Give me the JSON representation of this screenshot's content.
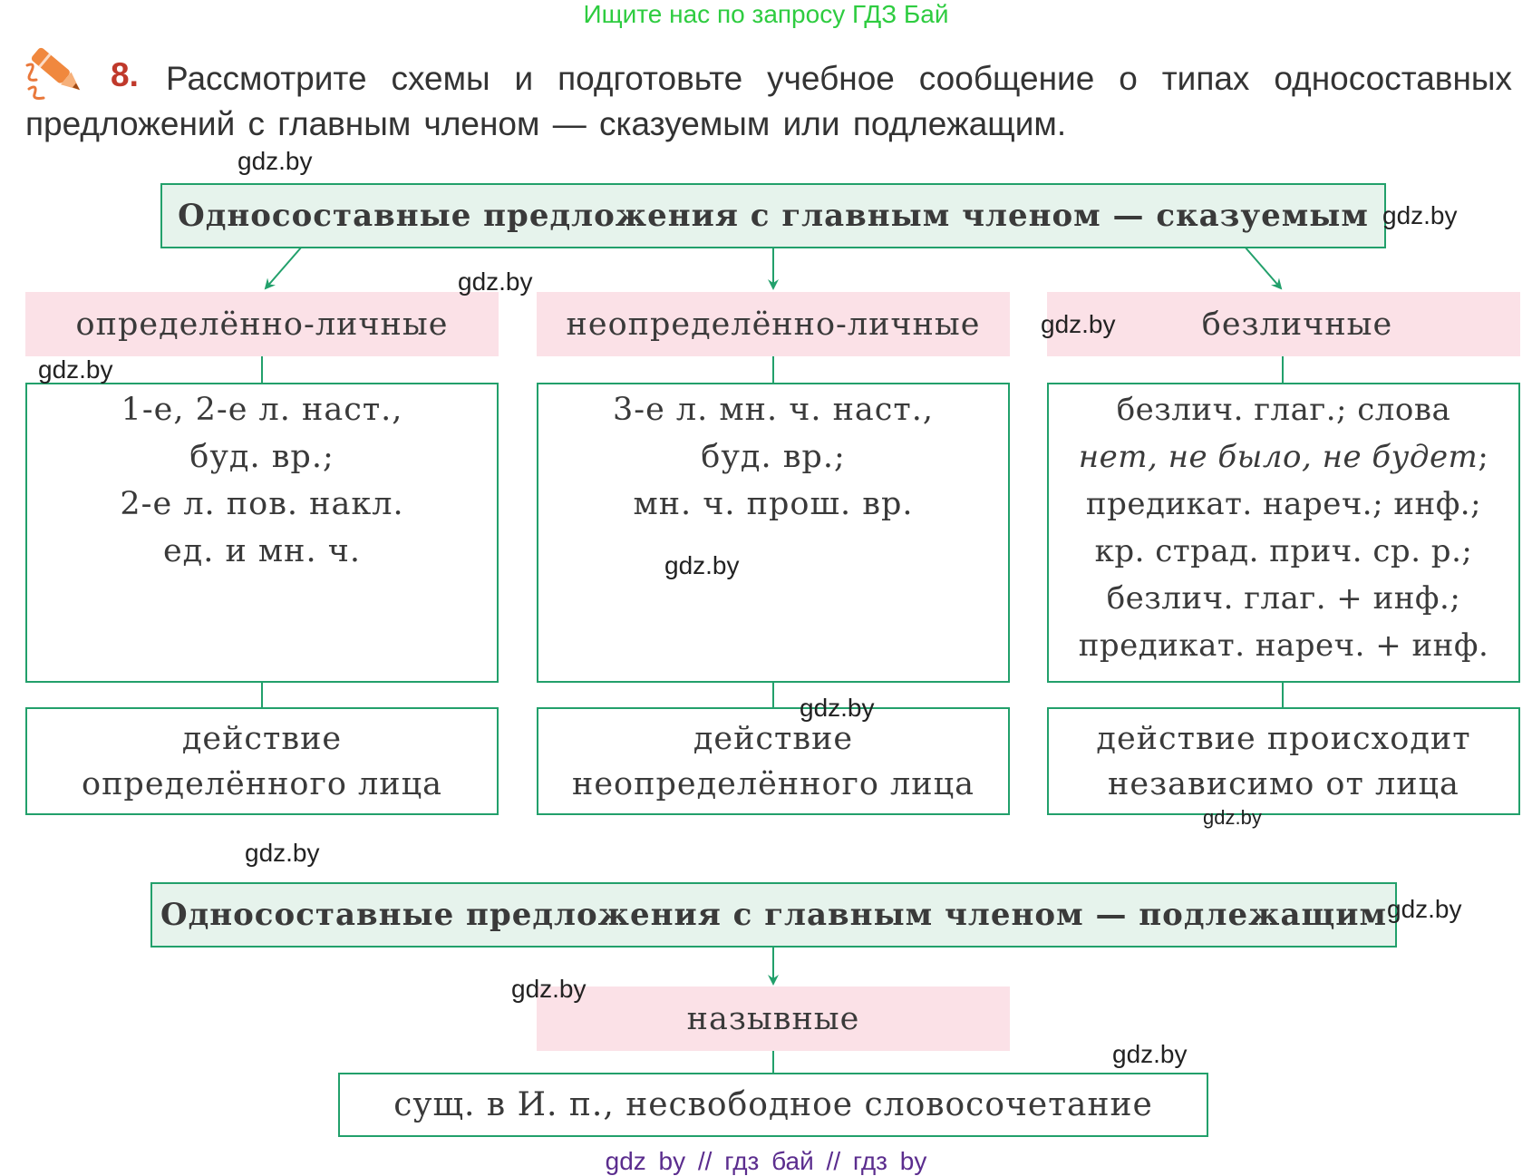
{
  "top_banner": "Ищите нас по запросу ГДЗ Бай",
  "task": {
    "number": "8.",
    "text": "Рассмотрите схемы и подготовьте учебное сообщение о типах односостав­ных предложений с главным членом — сказуемым или подлежащим."
  },
  "watermark": "gdz.by",
  "scheme1": {
    "header": "Односоставные предложения с главным членом — сказуемым",
    "types": [
      "определённо-личные",
      "неопределённо-личные",
      "безличные"
    ],
    "features": [
      [
        "1-е, 2-е л. наст.,",
        "буд. вр.;",
        "2-е л. пов. накл.",
        "ед. и мн. ч."
      ],
      [
        "3-е л. мн. ч. наст.,",
        "буд. вр.;",
        "мн. ч. прош. вр."
      ],
      [
        "безлич. глаг.; слова",
        "нет, не было, не будет",
        ";",
        "предикат. нареч.; инф.;",
        "кр. страд. прич. ср. р.;",
        "безлич. глаг. + инф.;",
        "предикат. нареч. + инф."
      ]
    ],
    "meanings": [
      [
        "действие",
        "определённого лица"
      ],
      [
        "действие",
        "неопределённого лица"
      ],
      [
        "действие происходит",
        "независимо от лица"
      ]
    ]
  },
  "scheme2": {
    "header": "Односоставные предложения с главным членом — подлежащим",
    "type": "назывные",
    "feature": "сущ. в И. п., несвободное словосочетание"
  },
  "bottom_watermark": "gdz by  //  гдз бай  //  гдз by",
  "colors": {
    "accent_green": "#22a06b",
    "header_bg": "#e6f3ec",
    "type_bg": "#fbe1e7",
    "banner_green": "#2ecc40",
    "number_red": "#c0392b",
    "bottom_purple": "#5b2d8e"
  },
  "icons": {
    "pen": "pen-icon"
  }
}
